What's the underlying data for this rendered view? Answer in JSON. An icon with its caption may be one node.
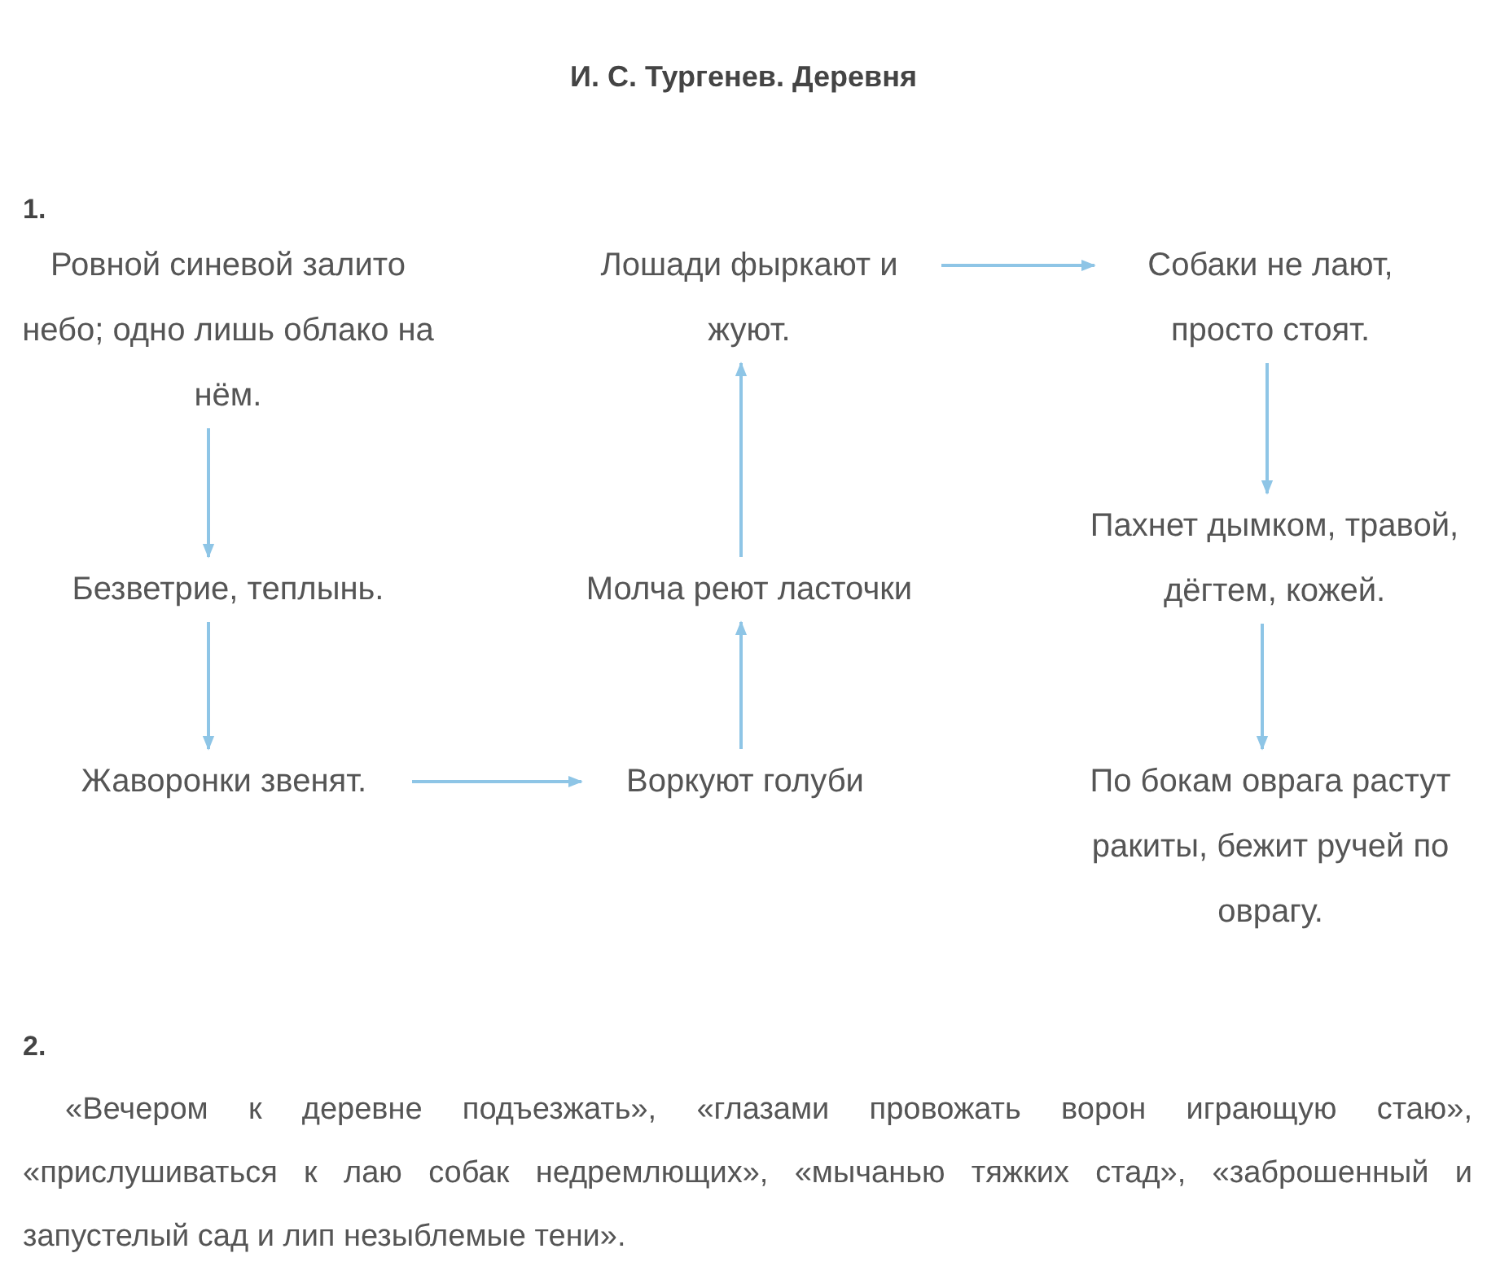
{
  "diagram": {
    "title": "И. С. Тургенев. Деревня",
    "nodes": [
      {
        "text": [
          "Ровной синевой залито небо; одно лишь облако на нём."
        ]
      },
      {
        "text": [
          "Безветрие, теплынь."
        ]
      },
      {
        "text": [
          "Жаворонки звенят."
        ]
      },
      {
        "text": [
          "Воркуют голуби"
        ]
      },
      {
        "text": [
          "Молча реют ласточки"
        ]
      },
      {
        "text": [
          "Лошади фыркают и жуют."
        ]
      },
      {
        "text": [
          "Собаки не лают, просто стоят."
        ]
      },
      {
        "text": [
          "Пахнет дымком, травой, дёгтем, кожей."
        ]
      },
      {
        "text": [
          "По бокам оврага растут ракиты, бежит ручей по оврагу."
        ]
      }
    ],
    "edges": [
      {
        "from": 0,
        "to": 1,
        "arrow": "to"
      },
      {
        "from": 1,
        "to": 2,
        "arrow": "to"
      },
      {
        "from": 2,
        "to": 3,
        "arrow": "to"
      },
      {
        "from": 3,
        "to": 4,
        "arrow": "to"
      },
      {
        "from": 4,
        "to": 5,
        "arrow": "to"
      },
      {
        "from": 5,
        "to": 6,
        "arrow": "to"
      },
      {
        "from": 6,
        "to": 7,
        "arrow": "to"
      },
      {
        "from": 7,
        "to": 8,
        "arrow": "to"
      }
    ],
    "labels": [
      "1.",
      "2.",
      "«Вечером к деревне подъезжать», «глазами провожать ворон играющую стаю», «прислушиваться к лаю собак недремлющих», «мычанью тяжких стад», «заброшенный и запустелый сад и лип незыблемые тени»."
    ]
  }
}
